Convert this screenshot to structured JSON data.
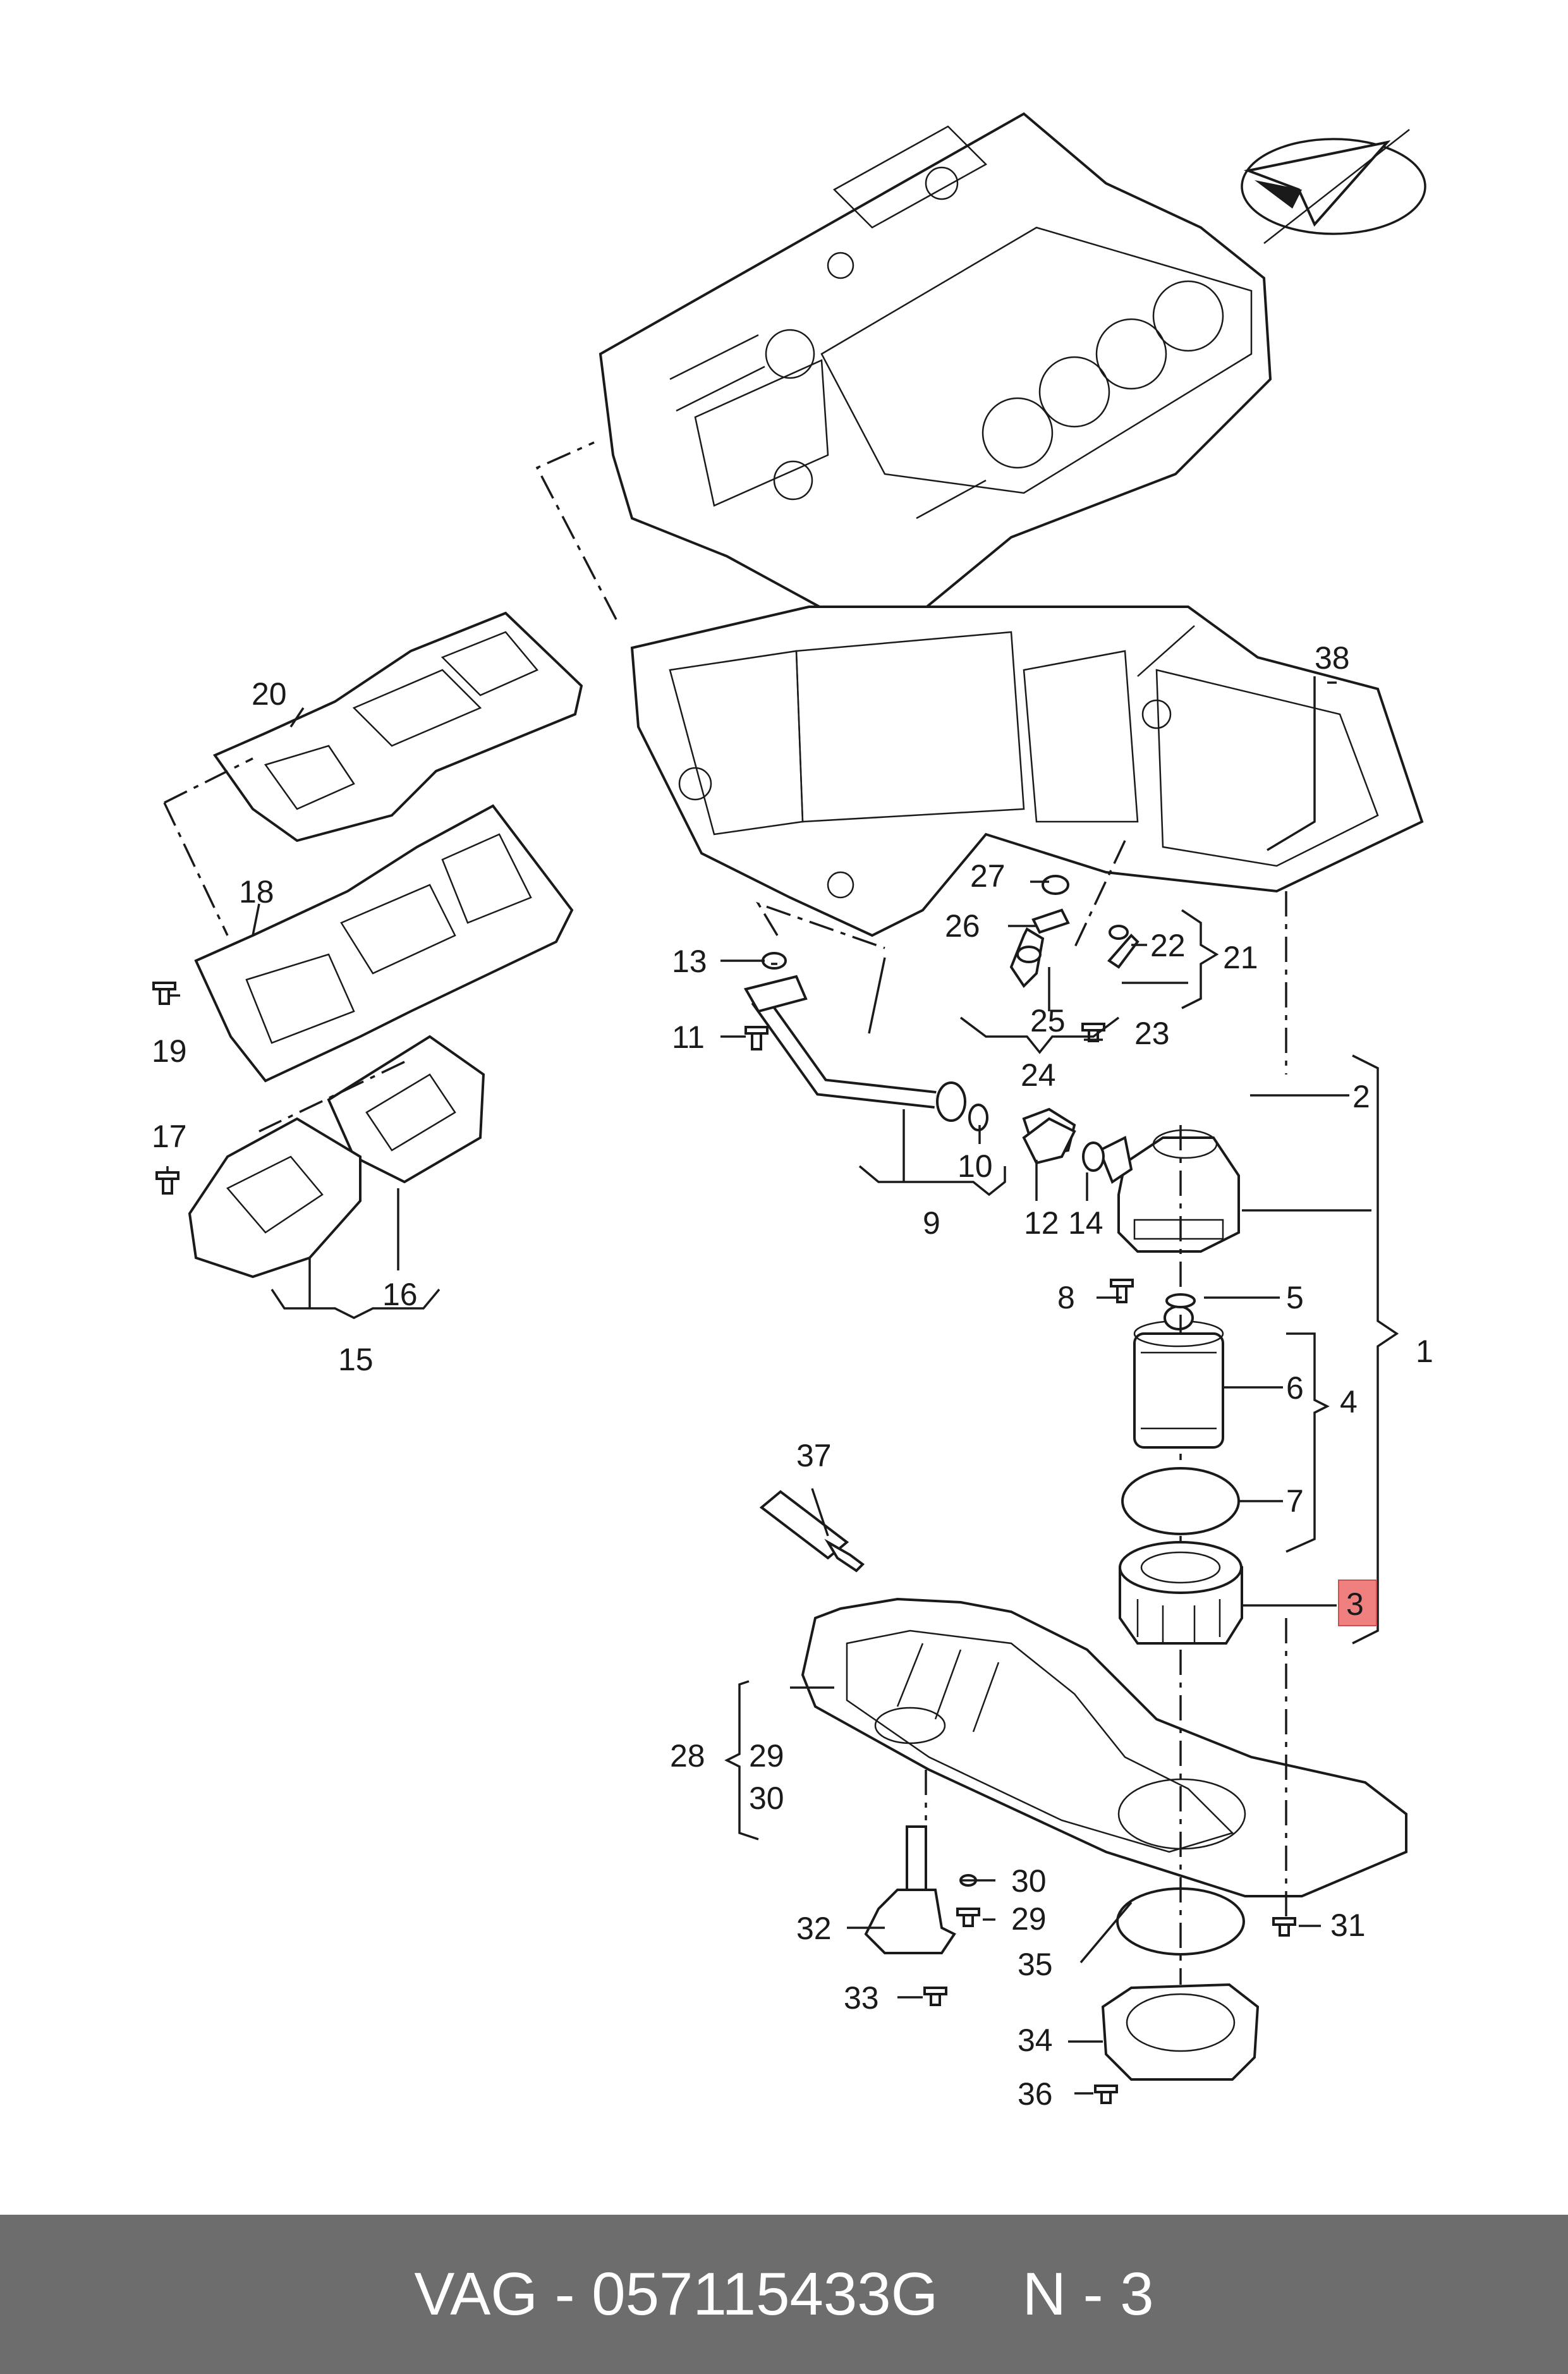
{
  "labels": {
    "l1": "1",
    "l2": "2",
    "l3": "3",
    "l4": "4",
    "l5": "5",
    "l6": "6",
    "l7": "7",
    "l8": "8",
    "l9": "9",
    "l10": "10",
    "l11": "11",
    "l12": "12",
    "l13": "13",
    "l14": "14",
    "l15": "15",
    "l16": "16",
    "l17": "17",
    "l18": "18",
    "l19": "19",
    "l20": "20",
    "l21": "21",
    "l22": "22",
    "l23": "23",
    "l24": "24",
    "l25": "25",
    "l26": "26",
    "l27": "27",
    "l28": "28",
    "l29": "29",
    "l30": "30",
    "l29b": "29",
    "l30b": "30",
    "l31": "31",
    "l32": "32",
    "l33": "33",
    "l34": "34",
    "l35": "35",
    "l36": "36",
    "l37": "37",
    "l38": "38"
  },
  "highlight": {
    "label": "3",
    "color": "#f08080"
  },
  "footer": {
    "text": "VAG - 057115433G     N - 3"
  },
  "icons": {
    "orientation": "north-arrow-icon"
  }
}
